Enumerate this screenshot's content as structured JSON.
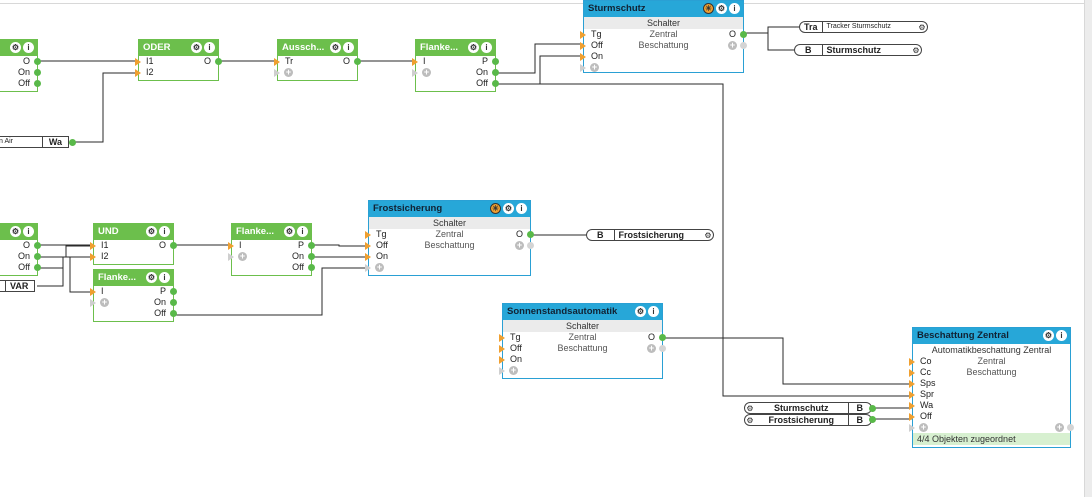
{
  "blocks": {
    "left_top": {
      "outputs": [
        "O",
        "On",
        "Off"
      ]
    },
    "oder": {
      "title": "ODER",
      "inputs": [
        "I1",
        "I2"
      ],
      "outputs": [
        "O"
      ]
    },
    "aussch": {
      "title": "Aussch...",
      "inputs": [
        "Tr"
      ],
      "outputs": [
        "O"
      ]
    },
    "flanke1": {
      "title": "Flanke...",
      "inputs": [
        "I"
      ],
      "outputs": [
        "P",
        "On",
        "Off"
      ]
    },
    "sturmschutz": {
      "title": "Sturmschutz",
      "subtitle": "Schalter",
      "inputs": [
        "Tg",
        "Off",
        "On"
      ],
      "outputs": [
        "O"
      ],
      "center": [
        "Zentral",
        "Beschattung"
      ]
    },
    "left_mid": {
      "title": "...",
      "outputs": [
        "O",
        "On",
        "Off"
      ]
    },
    "und": {
      "title": "UND",
      "inputs": [
        "I1",
        "I2"
      ],
      "outputs": [
        "O"
      ]
    },
    "flanke2": {
      "title": "Flanke...",
      "inputs": [
        "I"
      ],
      "outputs": [
        "P",
        "On",
        "Off"
      ]
    },
    "flanke3": {
      "title": "Flanke...",
      "inputs": [
        "I"
      ],
      "outputs": [
        "P",
        "On",
        "Off"
      ]
    },
    "frostsicherung": {
      "title": "Frostsicherung",
      "subtitle": "Schalter",
      "inputs": [
        "Tg",
        "Off",
        "On"
      ],
      "outputs": [
        "O"
      ],
      "center": [
        "Zentral",
        "Beschattung"
      ]
    },
    "sonnenstand": {
      "title": "Sonnenstandsautomatik",
      "subtitle": "Schalter",
      "inputs": [
        "Tg",
        "Off",
        "On"
      ],
      "outputs": [
        "O"
      ],
      "center": [
        "Zentral",
        "Beschattung"
      ]
    },
    "beschattung": {
      "title": "Beschattung Zentral",
      "subtitle": "Automatikbeschattung Zentral",
      "inputs": [
        "Co",
        "Cc",
        "Sps",
        "Spr",
        "Wa",
        "Off"
      ],
      "center": [
        "Zentral",
        "Beschattung"
      ],
      "footer": "4/4 Objekten zugeordnet"
    }
  },
  "tags": {
    "wa": {
      "left": "n Air",
      "right": "Wa"
    },
    "var": {
      "right": "VAR"
    },
    "tracker": {
      "type": "Tra",
      "name": "Tracker Sturmschutz"
    },
    "sturm_b": {
      "type": "B",
      "name": "Sturmschutz"
    },
    "frost_b": {
      "type": "B",
      "name": "Frostsicherung"
    },
    "sturm_in": {
      "name": "Sturmschutz",
      "type": "B"
    },
    "frost_in": {
      "name": "Frostsicherung",
      "type": "B"
    }
  },
  "icons": {
    "gear": "⚙",
    "info": "i",
    "sun": "☀",
    "plus": "+"
  },
  "colors": {
    "logic": "#6cbf4c",
    "function": "#27a7d8",
    "input_pin": "#f0a030",
    "output_pin": "#59b949"
  }
}
